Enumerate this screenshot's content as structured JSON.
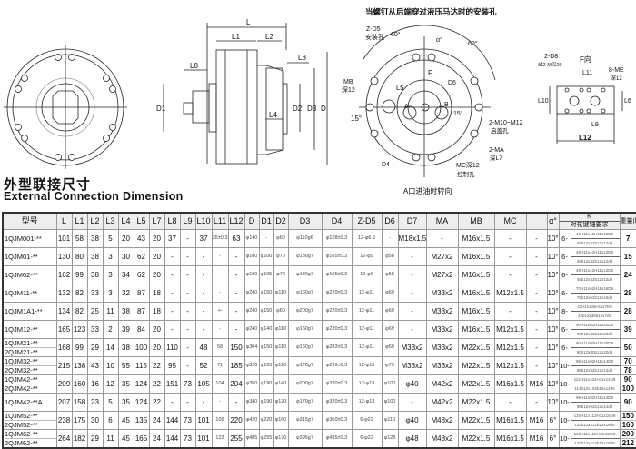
{
  "drawing": {
    "mount_note": "当螺钉从后端穿过液压马达时的安装孔",
    "side_labels": {
      "L": "L",
      "L1": "L1",
      "L2": "L2",
      "L3": "L3",
      "L4": "L4",
      "L8": "L8",
      "D1": "D1",
      "D2": "D2",
      "D3": "D3",
      "D": "D"
    },
    "port_labels": {
      "zd5": "Z-D5",
      "zd5_note": "安装孔",
      "angle60a": "60°",
      "angle60b": "60°",
      "alpha": "α°",
      "mb": "MB",
      "mb_note": "深12",
      "l5": "L5",
      "f": "F",
      "d6": "D6",
      "a": "A",
      "b": "B",
      "angle15a": "15°",
      "angle15b": "15°",
      "m10": "2-M10~M12",
      "m10_note": "启盖孔",
      "ma": "2-MA",
      "ma_note": "深L7",
      "mc": "MC深12",
      "mc_note": "控制孔",
      "d4": "D4",
      "rotation": "A口进油时转向"
    },
    "f_view": {
      "title": "F向",
      "d8": "2-D8",
      "d8_note": "或2-M深20",
      "me": "8-ME",
      "me_note": "深12",
      "l11": "L11",
      "l10": "L10",
      "l6": "L6",
      "l9": "L9",
      "l12": "L12"
    }
  },
  "heading": {
    "cn": "外型联接尺寸",
    "en": "External Connection Dimension"
  },
  "table": {
    "headers": [
      "型号",
      "L",
      "L1",
      "L2",
      "L3",
      "L4",
      "L5",
      "L7",
      "L8",
      "L9",
      "L10",
      "L11",
      "L12",
      "D",
      "D1",
      "D2",
      "D3",
      "D4",
      "Z-D5",
      "D6",
      "D7",
      "MA",
      "MB",
      "MC",
      "",
      "α°"
    ],
    "k_header": {
      "top": "K",
      "bottom": "对花键轴要求"
    },
    "weight_header": "重量(kg)",
    "rows": [
      {
        "model": [
          "1QJM001-**"
        ],
        "cells": [
          "101",
          "58",
          "38",
          "5",
          "20",
          "43",
          "20",
          "37",
          "-",
          "37",
          "35±0.3",
          "63",
          "φ140",
          "-",
          "φ60",
          "φ110g6",
          "φ128±0.3",
          "12-φ6.5",
          "-",
          "M18x1.5",
          "-",
          "M16x1.5",
          "-",
          "-",
          "10°"
        ],
        "k": [
          "6-",
          "48H11x42H11x12D9",
          "48b12x42b12x12d9"
        ],
        "weight": [
          "7"
        ]
      },
      {
        "model": [
          "1QJM01-**"
        ],
        "cells": [
          "130",
          "80",
          "38",
          "3",
          "30",
          "62",
          "20",
          "-",
          "-",
          "-",
          "-",
          "-",
          "φ180",
          "φ100",
          "φ70",
          "φ130g7",
          "φ165±0.3",
          "12-φ9",
          "φ58",
          "-",
          "M27x2",
          "M16x1.5",
          "-",
          "-",
          "10°"
        ],
        "k": [
          "6-",
          "48H11x42H11x12D9",
          "48b12x42b12x12d9"
        ],
        "weight": [
          "15"
        ]
      },
      {
        "model": [
          "1QJM02-**"
        ],
        "cells": [
          "162",
          "99",
          "38",
          "3",
          "34",
          "62",
          "20",
          "-",
          "-",
          "-",
          "-",
          "-",
          "φ180",
          "φ105",
          "φ70",
          "φ130g7",
          "φ165±0.3",
          "12-φ9",
          "φ58",
          "-",
          "M27x2",
          "M16x1.5",
          "-",
          "-",
          "10°"
        ],
        "k": [
          "6-",
          "48H11x42H11x12D9",
          "48b12x42b12x12d9"
        ],
        "weight": [
          "24"
        ]
      },
      {
        "model": [
          "1QJM11-**"
        ],
        "cells": [
          "132",
          "82",
          "33",
          "3",
          "32",
          "87",
          "18",
          "-",
          "-",
          "-",
          "-",
          "-",
          "φ240",
          "φ150",
          "φ110",
          "φ160g7",
          "φ220±0.3",
          "12-φ11",
          "φ69",
          "-",
          "M33x2",
          "M16x1.5",
          "M12x1.5",
          "-",
          "10°"
        ],
        "k": [
          "6-",
          "70H11x62H11x16D9",
          "70b12x62b12x16d9"
        ],
        "weight": [
          "28"
        ]
      },
      {
        "model": [
          "1QJM1A1-**"
        ],
        "cells": [
          "134",
          "82",
          "25",
          "11",
          "38",
          "87",
          "18",
          "-",
          "-",
          "-",
          "+-",
          "-",
          "φ240",
          "φ150",
          "φ60",
          "φ200g7",
          "φ220±0.3",
          "12-φ11",
          "φ69",
          "-",
          "M33x2",
          "M16x1.5",
          "-",
          "-",
          "10°"
        ],
        "k": [
          "8-",
          "42H11x36H11x7D9",
          "42b12x36b12x7d9"
        ],
        "weight": [
          "28"
        ]
      },
      {
        "model": [
          "1QJM12-**"
        ],
        "cells": [
          "165",
          "123",
          "33",
          "2",
          "39",
          "84",
          "20",
          "-",
          "-",
          "-",
          "-",
          "-",
          "φ240",
          "φ140",
          "φ110",
          "φ160g7",
          "φ220±0.3",
          "12-φ11",
          "φ69",
          "-",
          "M33x2",
          "M16x1.5",
          "M12x1.5",
          "-",
          "10°"
        ],
        "k": [
          "6-",
          "90H11x80H11x20D9",
          "90b12x80b12x20d9"
        ],
        "weight": [
          "39"
        ]
      },
      {
        "model": [
          "1QJM21-**",
          "2QJM21-**"
        ],
        "cells": [
          "168",
          "99",
          "29",
          "14",
          "38",
          "100",
          "20",
          "110",
          "-",
          "48",
          "58",
          "150",
          "φ304",
          "φ150",
          "φ110",
          "φ160g7",
          "φ283±0.3",
          "12-φ11",
          "φ69",
          "M33x2",
          "M33x2",
          "M22x1.5",
          "M12x1.5",
          "-",
          "10°"
        ],
        "k": [
          "6-",
          "90H11x80H11x20D9",
          "90b12x80b12x20d9"
        ],
        "weight": [
          "50"
        ]
      },
      {
        "model": [
          "1QJM32-**",
          "2QJM32-**"
        ],
        "cells": [
          "215",
          "138",
          "43",
          "10",
          "55",
          "115",
          "22",
          "95",
          "-",
          "52",
          "71",
          "185",
          "φ320",
          "φ165",
          "φ120",
          "φ170g7",
          "φ299±0.3",
          "12-φ13",
          "φ79",
          "M33x2",
          "M33x2",
          "M22x1.5",
          "M12x1.5",
          "-",
          "10°"
        ],
        "k": [
          "10-",
          "98H11x92H11x14D9",
          "98b12x92b12x14d9"
        ],
        "weight": [
          "70",
          "78"
        ]
      },
      {
        "model": [
          "1QJM42-**",
          "2QJM42-**"
        ],
        "cells": [
          "209",
          "160",
          "16",
          "12",
          "35",
          "124",
          "22",
          "151",
          "73",
          "105",
          "104",
          "204",
          "φ350",
          "φ190",
          "φ140",
          "φ200g7",
          "φ320±0.3",
          "12-φ13",
          "φ100",
          "φ40",
          "M42x2",
          "M22x1.5",
          "M16x1.5",
          "M16",
          "10°"
        ],
        "k": [
          "10-",
          "112H11x102H11x14D9",
          "112b12x102b12x14d9"
        ],
        "weight": [
          "90",
          "100"
        ]
      },
      {
        "model": [
          "1QJM42-**A"
        ],
        "cells": [
          "207",
          "158",
          "23",
          "5",
          "35",
          "124",
          "22",
          "-",
          "-",
          "-",
          "-",
          "-",
          "φ340",
          "φ190",
          "φ120",
          "φ170g7",
          "φ320±0.3",
          "12-φ13",
          "φ100",
          "-",
          "M42x2",
          "M22x1.5",
          "-",
          "-",
          "10°"
        ],
        "k": [
          "10-",
          "98H11x92H11x14D9",
          "98b12x92b12x14d9"
        ],
        "weight": [
          "90"
        ]
      },
      {
        "model": [
          "1QJM52-**",
          "2QJM52-**"
        ],
        "cells": [
          "238",
          "175",
          "30",
          "6",
          "45",
          "135",
          "24",
          "144",
          "73",
          "101",
          "105",
          "220",
          "φ420",
          "φ220",
          "φ160",
          "φ315g7",
          "φ360±0.3",
          "6-φ22",
          "φ110",
          "φ40",
          "M48x2",
          "M22x1.5",
          "M16x1.5",
          "M16",
          "6°"
        ],
        "k": [
          "10-",
          "120H11x112H11x18D9",
          "120b12x112b12x18d9"
        ],
        "weight": [
          "150",
          "160"
        ]
      },
      {
        "model": [
          "1QJM62-**",
          "2QJM62-**"
        ],
        "cells": [
          "264",
          "182",
          "29",
          "11",
          "45",
          "165",
          "24",
          "144",
          "73",
          "101",
          "123",
          "255",
          "φ485",
          "φ255",
          "φ170",
          "φ395g7",
          "φ435±0.3",
          "6-φ22",
          "φ128",
          "φ48",
          "M48x2",
          "M22x1.5",
          "M16x1.5",
          "M16",
          "6°"
        ],
        "k": [
          "10-",
          "120H11x112H11x18D9",
          "120b12x112b12x18d9"
        ],
        "weight": [
          "200",
          "212"
        ]
      }
    ]
  }
}
